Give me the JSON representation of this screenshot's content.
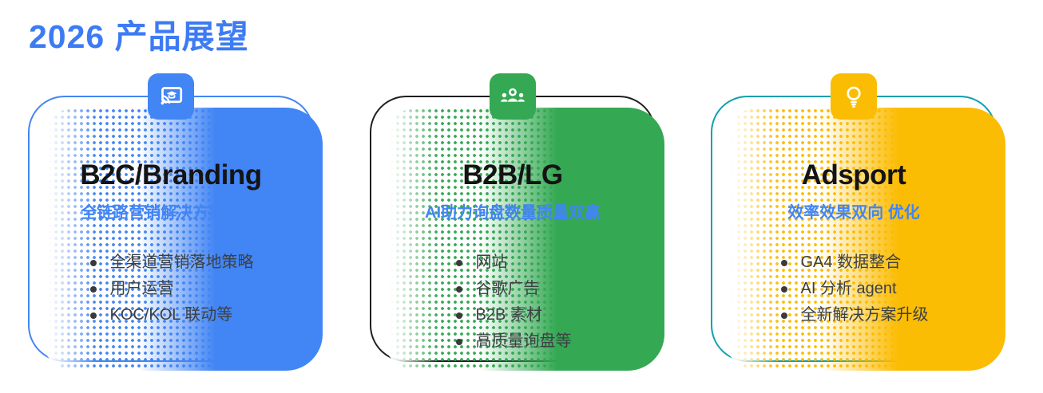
{
  "page": {
    "title": "2026 产品展望"
  },
  "colors": {
    "title_blue": "#3d7bf4",
    "accent_blue": "#4285f4",
    "accent_green": "#34a853",
    "accent_yellow": "#fbbc04",
    "border_teal": "#0fa0ac",
    "border_black": "#1e1e1e",
    "body_text": "#3c4043",
    "card_title_text": "#141414"
  },
  "cards": [
    {
      "icon": "cast-education-icon",
      "title": "B2C/Branding",
      "subtitle": "全链路营销解决方案 闭环",
      "bullets": [
        "全渠道营销落地策略",
        "用户运营",
        "KOC/KOL 联动等"
      ]
    },
    {
      "icon": "groups-icon",
      "title": "B2B/LG",
      "subtitle": "AI助力询盘数量质量双赢",
      "bullets": [
        "网站",
        "谷歌广告",
        "B2B 素材",
        "高质量询盘等"
      ]
    },
    {
      "icon": "lightbulb-icon",
      "title": "Adsport",
      "subtitle": "效率效果双向 优化",
      "bullets": [
        "GA4 数据整合",
        "AI 分析 agent",
        "全新解决方案升级"
      ]
    }
  ]
}
